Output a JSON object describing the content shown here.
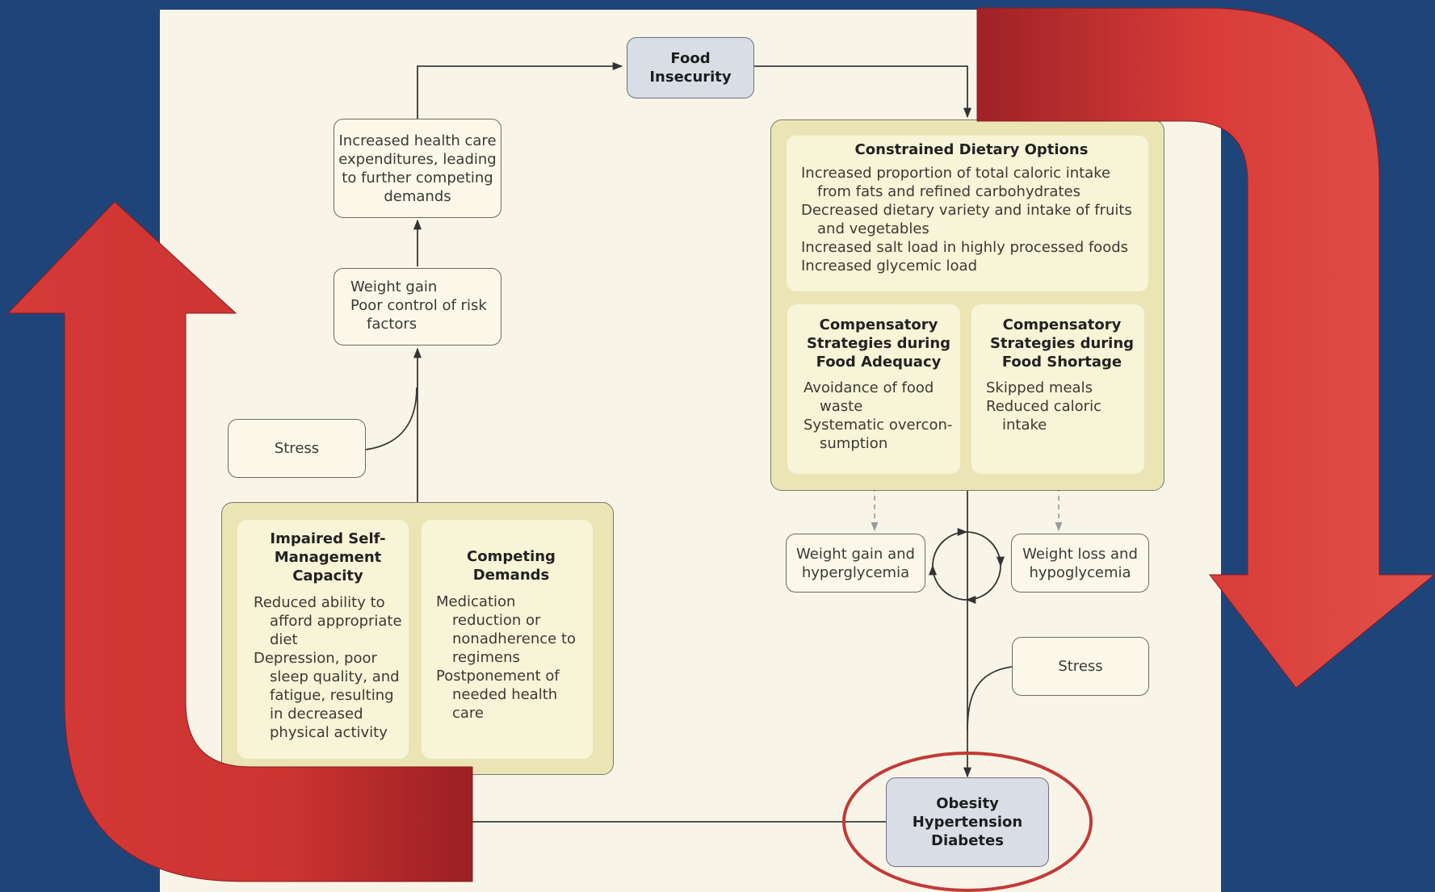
{
  "colors": {
    "background": "#1f4479",
    "panel": "#f8f5e8",
    "arrow_red": "#d23a37",
    "lead_box": "#d9dde6",
    "outer_box": "#ebe5b6",
    "inner_box": "#f8f4d7",
    "highlight_ring": "#c23a36"
  },
  "icons": [
    "big-red-cycle-arrow",
    "cycle-arrows-icon",
    "flow-arrow"
  ],
  "food_insecurity": "Food Insecurity",
  "health_expenditures": [
    "Increased health care",
    "expenditures, leading",
    "to further competing",
    "demands"
  ],
  "weight_gain_box": [
    "Weight gain",
    "Poor control of risk",
    "factors"
  ],
  "stress_left": "Stress",
  "stress_right": "Stress",
  "impaired": {
    "title": [
      "Impaired Self-",
      "Management",
      "Capacity"
    ],
    "items": [
      "Reduced ability to afford appropriate diet",
      "Depression, poor sleep quality, and fatigue, resulting in decreased physical activity"
    ]
  },
  "competing": {
    "title": [
      "Competing",
      "Demands"
    ],
    "items": [
      "Medication reduction or nonadherence to regimens",
      "Postponement of needed health care"
    ]
  },
  "constrained": {
    "title": "Constrained Dietary Options",
    "items": [
      "Increased proportion of total caloric intake from fats and refined carbohydrates",
      "Decreased dietary variety and intake of fruits and vegetables",
      "Increased salt load in highly processed foods",
      "Increased glycemic load"
    ]
  },
  "adequacy": {
    "title": [
      "Compensatory",
      "Strategies during",
      "Food Adequacy"
    ],
    "items": [
      "Avoidance of food waste",
      "Systematic overcon-sumption"
    ]
  },
  "shortage": {
    "title": [
      "Compensatory",
      "Strategies during",
      "Food Shortage"
    ],
    "items": [
      "Skipped meals",
      "Reduced caloric intake"
    ]
  },
  "hyperglycemia": [
    "Weight gain and",
    "hyperglycemia"
  ],
  "hypoglycemia": [
    "Weight loss and",
    "hypoglycemia"
  ],
  "outcomes": [
    "Obesity",
    "Hypertension",
    "Diabetes"
  ]
}
